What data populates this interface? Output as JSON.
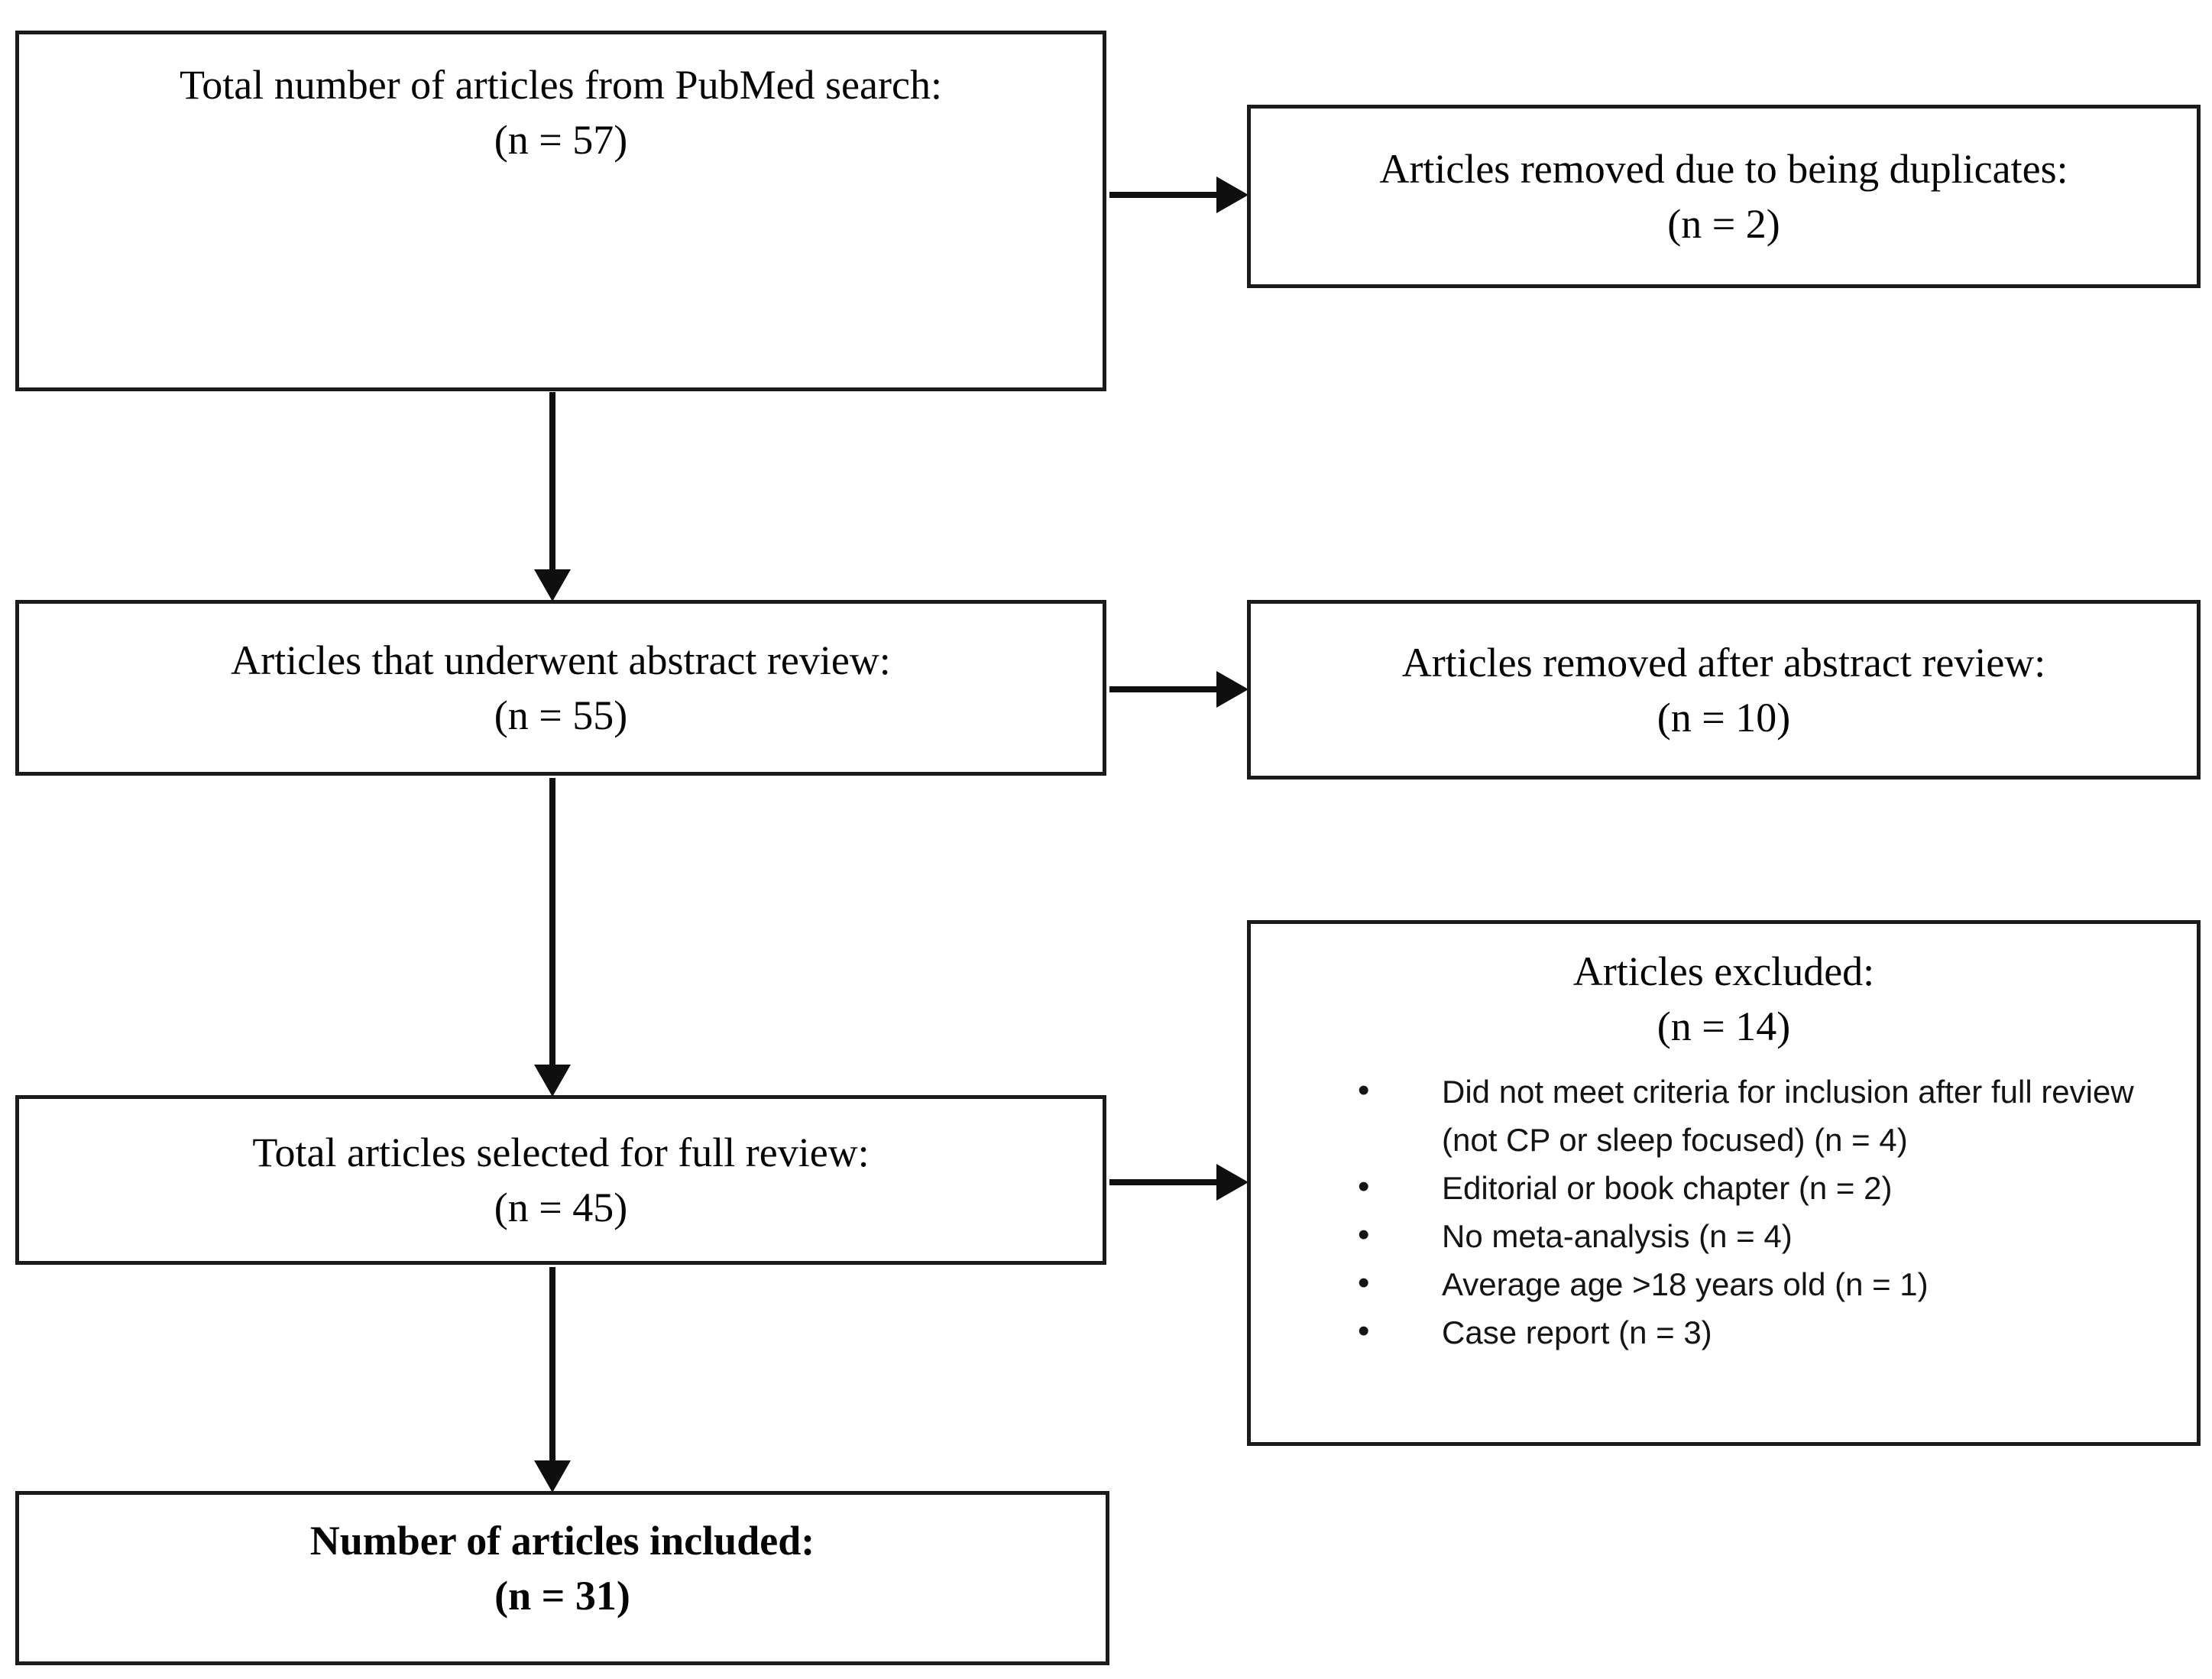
{
  "colors": {
    "background": "#ffffff",
    "box_border": "#1b1b1b",
    "text": "#050505",
    "arrow": "#0f0f0f"
  },
  "boxes": {
    "pubmed_total": {
      "label": "Total number of articles from PubMed search:",
      "count": "(n = 57)"
    },
    "duplicates_removed": {
      "label": "Articles removed due to being duplicates:",
      "count": "(n = 2)"
    },
    "abstract_review": {
      "label": "Articles that underwent abstract review:",
      "count": "(n = 55)"
    },
    "removed_after_abstract": {
      "label": "Articles removed after abstract review:",
      "count": "(n = 10)"
    },
    "full_review": {
      "label": "Total articles selected for full review:",
      "count": "(n = 45)"
    },
    "excluded": {
      "label": "Articles excluded:",
      "count": "(n = 14)",
      "bullets": [
        "Did not meet criteria for inclusion after full review (not CP or sleep focused) (n = 4)",
        "Editorial or book chapter (n = 2)",
        "No meta-analysis (n = 4)",
        "Average age >18 years old (n = 1)",
        "Case report (n = 3)"
      ]
    },
    "included": {
      "label": "Number of articles included:",
      "count": "(n = 31)"
    }
  }
}
